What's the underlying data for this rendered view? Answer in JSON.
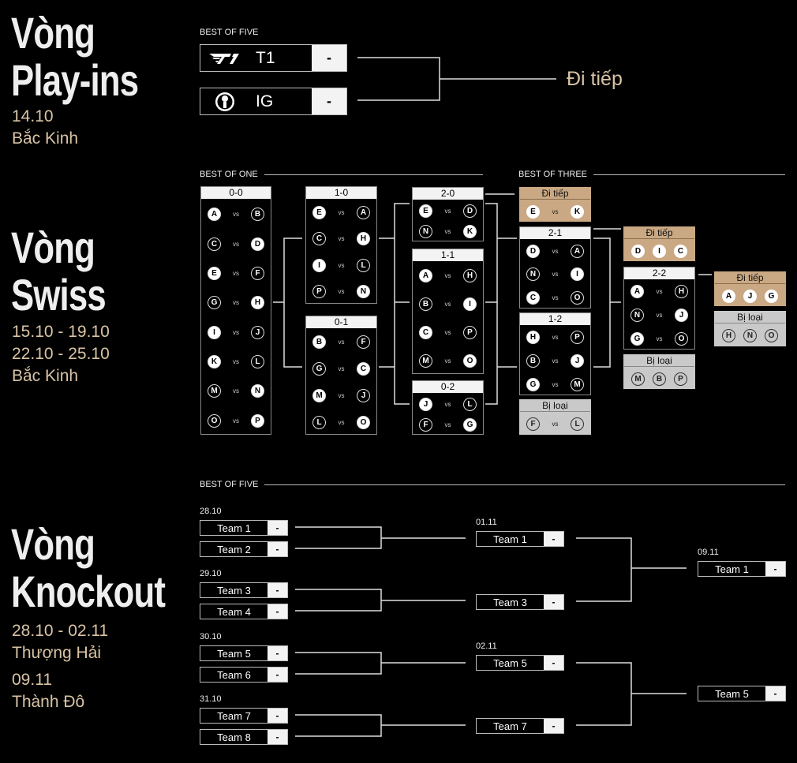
{
  "playins": {
    "title1": "Vòng",
    "title2": "Play-ins",
    "date": "14.10",
    "city": "Bắc Kinh",
    "format": "BEST OF FIVE",
    "teams": [
      {
        "name": "T1",
        "score": "-",
        "logo": "t1-logo"
      },
      {
        "name": "IG",
        "score": "-",
        "logo": "ig-logo"
      }
    ],
    "result": "Đi tiếp"
  },
  "swiss": {
    "title1": "Vòng",
    "title2": "Swiss",
    "date1": "15.10 - 19.10",
    "date2": "22.10 - 25.10",
    "city": "Bắc Kinh",
    "format1": "BEST OF ONE",
    "format2": "BEST OF THREE",
    "vs": "vs",
    "boxes": [
      {
        "header": "0-0",
        "kind": "match",
        "rows": [
          [
            [
              "A",
              1
            ],
            [
              "B",
              0
            ]
          ],
          [
            [
              "C",
              0
            ],
            [
              "D",
              1
            ]
          ],
          [
            [
              "E",
              1
            ],
            [
              "F",
              0
            ]
          ],
          [
            [
              "G",
              0
            ],
            [
              "H",
              1
            ]
          ],
          [
            [
              "I",
              1
            ],
            [
              "J",
              0
            ]
          ],
          [
            [
              "K",
              1
            ],
            [
              "L",
              0
            ]
          ],
          [
            [
              "M",
              0
            ],
            [
              "N",
              1
            ]
          ],
          [
            [
              "O",
              0
            ],
            [
              "P",
              1
            ]
          ]
        ]
      },
      {
        "header": "1-0",
        "kind": "match",
        "rows": [
          [
            [
              "E",
              1
            ],
            [
              "A",
              0
            ]
          ],
          [
            [
              "C",
              0
            ],
            [
              "H",
              1
            ]
          ],
          [
            [
              "I",
              1
            ],
            [
              "L",
              0
            ]
          ],
          [
            [
              "P",
              0
            ],
            [
              "N",
              1
            ]
          ]
        ]
      },
      {
        "header": "0-1",
        "kind": "match",
        "rows": [
          [
            [
              "B",
              1
            ],
            [
              "F",
              0
            ]
          ],
          [
            [
              "G",
              0
            ],
            [
              "C",
              1
            ]
          ],
          [
            [
              "M",
              1
            ],
            [
              "J",
              0
            ]
          ],
          [
            [
              "L",
              0
            ],
            [
              "O",
              1
            ]
          ]
        ]
      },
      {
        "header": "2-0",
        "kind": "match",
        "rows": [
          [
            [
              "E",
              1
            ],
            [
              "D",
              0
            ]
          ],
          [
            [
              "N",
              0
            ],
            [
              "K",
              1
            ]
          ]
        ]
      },
      {
        "header": "1-1",
        "kind": "match",
        "rows": [
          [
            [
              "A",
              1
            ],
            [
              "H",
              0
            ]
          ],
          [
            [
              "B",
              0
            ],
            [
              "I",
              1
            ]
          ],
          [
            [
              "C",
              1
            ],
            [
              "P",
              0
            ]
          ],
          [
            [
              "M",
              0
            ],
            [
              "O",
              1
            ]
          ]
        ]
      },
      {
        "header": "0-2",
        "kind": "match",
        "rows": [
          [
            [
              "J",
              1
            ],
            [
              "L",
              0
            ]
          ],
          [
            [
              "F",
              0
            ],
            [
              "G",
              1
            ]
          ]
        ]
      },
      {
        "header": "Đi tiếp",
        "kind": "adv",
        "rows": [
          [
            [
              "E",
              1
            ],
            [
              "K",
              1
            ]
          ]
        ]
      },
      {
        "header": "2-1",
        "kind": "match",
        "rows": [
          [
            [
              "D",
              1
            ],
            [
              "A",
              0
            ]
          ],
          [
            [
              "N",
              0
            ],
            [
              "I",
              1
            ]
          ],
          [
            [
              "C",
              1
            ],
            [
              "O",
              0
            ]
          ]
        ]
      },
      {
        "header": "1-2",
        "kind": "match",
        "rows": [
          [
            [
              "H",
              1
            ],
            [
              "P",
              0
            ]
          ],
          [
            [
              "B",
              0
            ],
            [
              "J",
              1
            ]
          ],
          [
            [
              "G",
              1
            ],
            [
              "M",
              0
            ]
          ]
        ]
      },
      {
        "header": "Bị loại",
        "kind": "elim",
        "rows": [
          [
            [
              "F",
              0
            ],
            [
              "L",
              0
            ]
          ]
        ]
      },
      {
        "header": "Đi tiếp",
        "kind": "adv",
        "teams": [
          "D",
          "I",
          "C"
        ]
      },
      {
        "header": "2-2",
        "kind": "match",
        "rows": [
          [
            [
              "A",
              1
            ],
            [
              "H",
              0
            ]
          ],
          [
            [
              "N",
              0
            ],
            [
              "J",
              1
            ]
          ],
          [
            [
              "G",
              1
            ],
            [
              "O",
              0
            ]
          ]
        ]
      },
      {
        "header": "Bị loại",
        "kind": "elim",
        "teams": [
          "M",
          "B",
          "P"
        ]
      },
      {
        "header": "Đi tiếp",
        "kind": "adv",
        "teams": [
          "A",
          "J",
          "G"
        ]
      },
      {
        "header": "Bị loại",
        "kind": "elim",
        "teams": [
          "H",
          "N",
          "O"
        ]
      }
    ]
  },
  "knockout": {
    "title1": "Vòng",
    "title2": "Knockout",
    "date1": "28.10 - 02.11",
    "city1": "Thượng Hải",
    "date2": "09.11",
    "city2": "Thành Đô",
    "format": "BEST OF FIVE",
    "quarterfinals": [
      {
        "date": "28.10",
        "teams": [
          {
            "name": "Team 1",
            "score": "-"
          },
          {
            "name": "Team 2",
            "score": "-"
          }
        ]
      },
      {
        "date": "29.10",
        "teams": [
          {
            "name": "Team 3",
            "score": "-"
          },
          {
            "name": "Team 4",
            "score": "-"
          }
        ]
      },
      {
        "date": "30.10",
        "teams": [
          {
            "name": "Team 5",
            "score": "-"
          },
          {
            "name": "Team 6",
            "score": "-"
          }
        ]
      },
      {
        "date": "31.10",
        "teams": [
          {
            "name": "Team 7",
            "score": "-"
          },
          {
            "name": "Team 8",
            "score": "-"
          }
        ]
      }
    ],
    "semifinals": [
      {
        "date": "01.11",
        "teams": [
          {
            "name": "Team 1",
            "score": "-"
          },
          {
            "name": "Team 3",
            "score": "-"
          }
        ]
      },
      {
        "date": "02.11",
        "teams": [
          {
            "name": "Team 5",
            "score": "-"
          },
          {
            "name": "Team 7",
            "score": "-"
          }
        ]
      }
    ],
    "finals": [
      {
        "date": "09.11",
        "name": "Team 1",
        "score": "-"
      },
      {
        "name": "Team 5",
        "score": "-"
      }
    ]
  }
}
